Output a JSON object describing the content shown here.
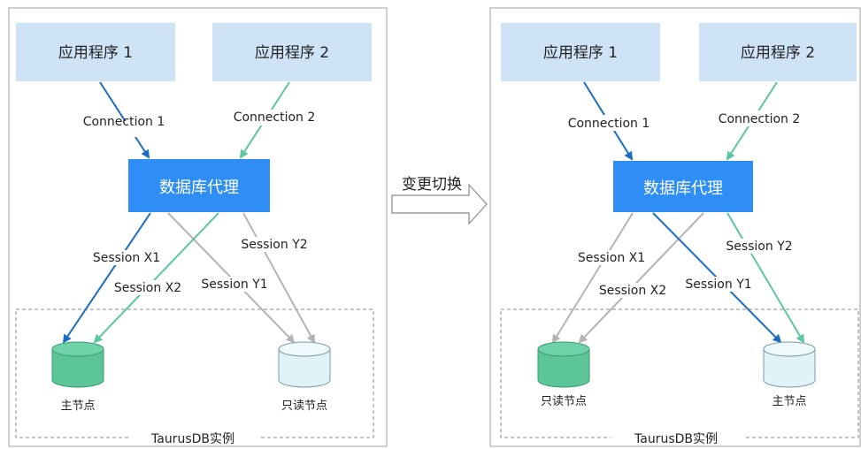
{
  "colors": {
    "app_box": "#cfe3f7",
    "proxy_box": "#2f8ef5",
    "blue_line": "#1b6dc1",
    "green_line": "#5cc6a0",
    "gray_line": "#b4b4b4",
    "green_node": "#5cc698",
    "light_node": "#dff3f8"
  },
  "icons": [
    "db-cylinder-icon",
    "arrow-right-icon"
  ],
  "arrow_label": "变更切换",
  "before": {
    "app1": "应用程序 1",
    "app2": "应用程序 2",
    "conn1": "Connection 1",
    "conn2": "Connection 2",
    "proxy": "数据库代理",
    "session_x1": "Session X1",
    "session_x2": "Session X2",
    "session_y1": "Session Y1",
    "session_y2": "Session Y2",
    "left_node": "主节点",
    "right_node": "只读节点",
    "instance": "TaurusDB实例"
  },
  "after": {
    "app1": "应用程序 1",
    "app2": "应用程序 2",
    "conn1": "Connection 1",
    "conn2": "Connection 2",
    "proxy": "数据库代理",
    "session_x1": "Session X1",
    "session_x2": "Session X2",
    "session_y1": "Session Y1",
    "session_y2": "Session Y2",
    "left_node": "只读节点",
    "right_node": "主节点",
    "instance": "TaurusDB实例"
  }
}
